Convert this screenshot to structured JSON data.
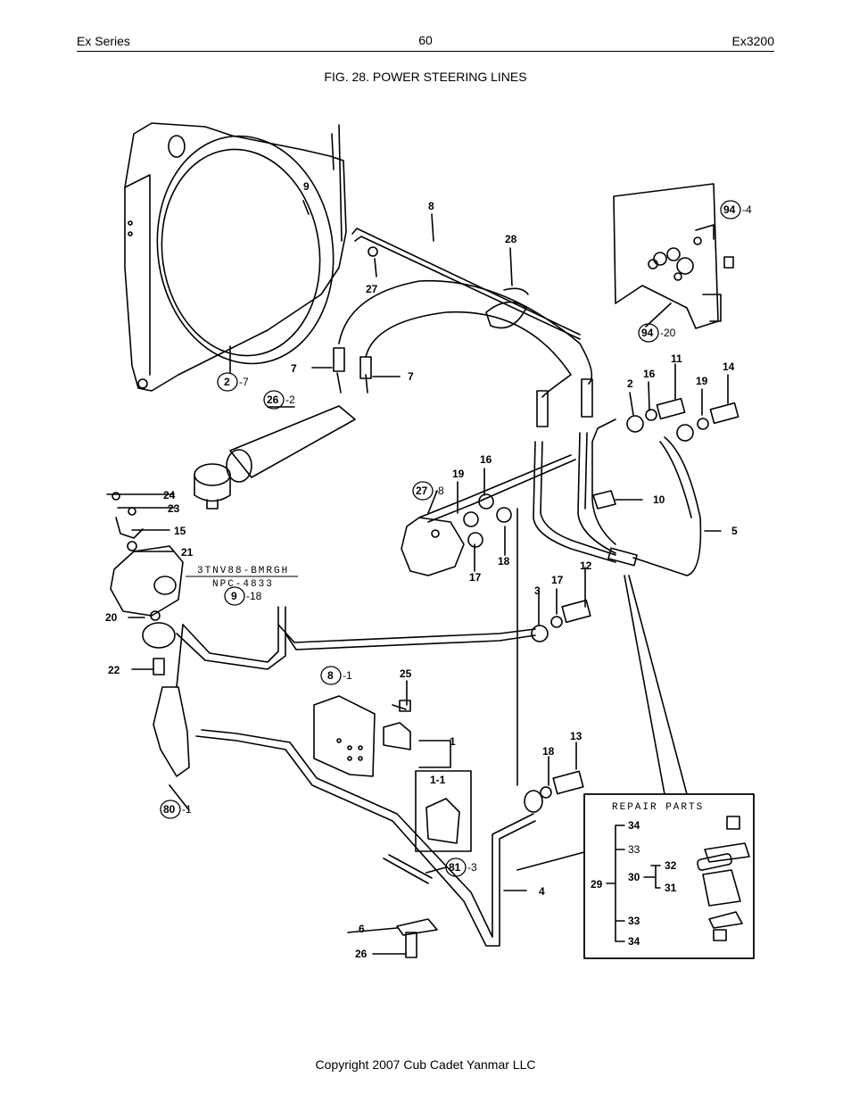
{
  "header": {
    "left": "Ex Series",
    "page_number": "60",
    "right": "Ex3200"
  },
  "figure_title": "FIG. 28. POWER STEERING LINES",
  "footer": "Copyright 2007 Cub Cadet Yanmar LLC",
  "pump_model": {
    "line1": "3TNV88-BMRGH",
    "line2": "NPC-4833"
  },
  "repair_box": {
    "title": "REPAIR PARTS",
    "parts": [
      "34",
      "33",
      "32",
      "30",
      "31",
      "29",
      "33",
      "34"
    ]
  },
  "callouts": {
    "c9": "9",
    "c8": "8",
    "c28": "28",
    "c94_4": "-4",
    "c94_20": "-20",
    "c94a": "94",
    "c94b": "94",
    "c27": "27",
    "c2_7": "-7",
    "c2": "2",
    "c7a": "7",
    "c7b": "7",
    "c26_2": "-2",
    "c26": "26",
    "c2b": "2",
    "c16a": "16",
    "c11": "11",
    "c19a": "19",
    "c14": "14",
    "c10": "10",
    "c5": "5",
    "c27_8": "-8",
    "c27b": "27",
    "c16b": "16",
    "c19b": "19",
    "c17a": "17",
    "c18a": "18",
    "c24": "24",
    "c23": "23",
    "c15": "15",
    "c21": "21",
    "c9_18": "-18",
    "c9b": "9",
    "c3": "3",
    "c17b": "17",
    "c12": "12",
    "c20": "20",
    "c22": "22",
    "c8_1": "-1",
    "c8b": "8",
    "c25": "25",
    "c1": "1",
    "c1_1": "1-1",
    "c18b": "18",
    "c13": "13",
    "c80_1": "-1",
    "c80": "80",
    "c81_3": "-3",
    "c81": "81",
    "c4": "4",
    "c6": "6",
    "c26b": "26"
  }
}
